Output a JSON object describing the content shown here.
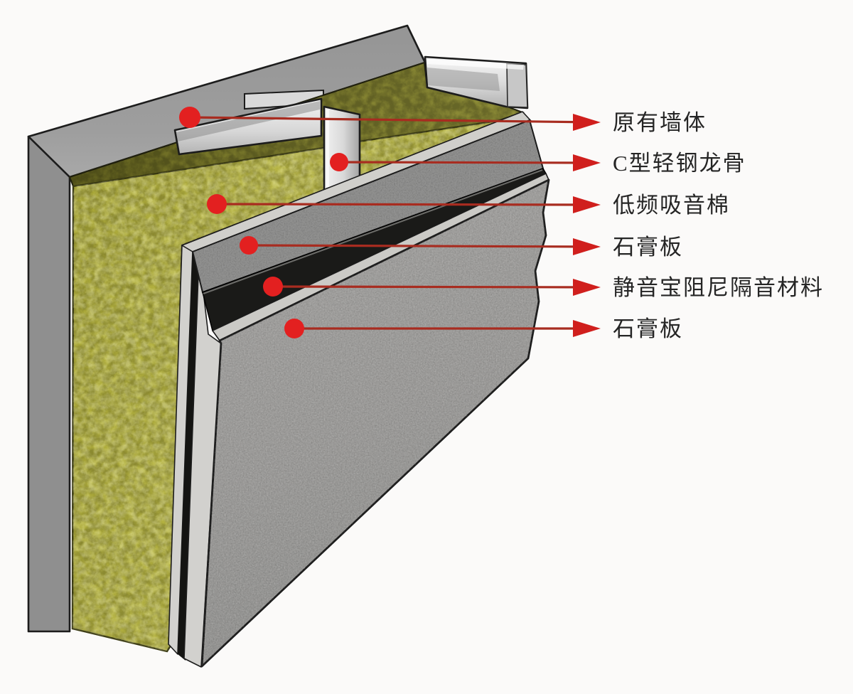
{
  "figure": {
    "description": "Soundproof wall construction cutaway diagram with six callouts",
    "background": "#fbfaf9",
    "labels": [
      {
        "id": "original-wall",
        "text": "原有墙体"
      },
      {
        "id": "c-steel-stud",
        "text": "C型轻钢龙骨"
      },
      {
        "id": "low-freq-absorber",
        "text": "低频吸音棉"
      },
      {
        "id": "gypsum-board-inner",
        "text": "石膏板"
      },
      {
        "id": "damping-material",
        "text": "静音宝阻尼隔音材料"
      },
      {
        "id": "gypsum-board-outer",
        "text": "石膏板"
      }
    ],
    "materials": {
      "wall_gray": "#9b9b9b",
      "wall_edge_gray": "#8f8f8f",
      "rockwool_yellow": "#b2b040",
      "rockwool_top_olive": "#7d7c2d",
      "steel_silver": "#e3e3e3",
      "gypsum_face_gray": "#919190",
      "gypsum_edge_light": "#d0cfcb",
      "damping_black": "#1a1a18",
      "panel_gray": "#9c9b99",
      "outline": "#1c1c1c",
      "leader_line": "#a82c20",
      "dot_red": "#e32020",
      "arrow_red": "#d01f1d",
      "label_text": "#252525"
    },
    "icons": {
      "arrowhead": "right-pointing solid triangle",
      "dot": "solid circle marker"
    }
  }
}
